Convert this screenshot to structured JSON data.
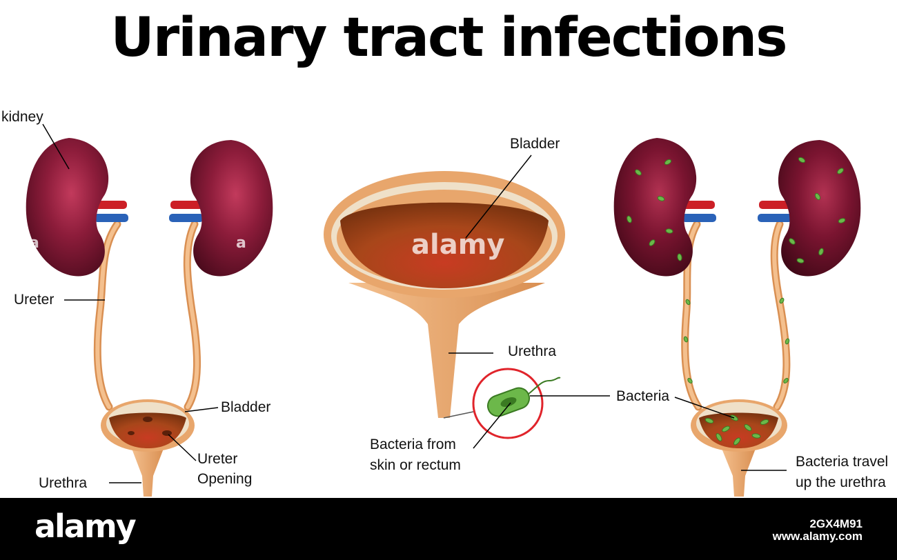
{
  "title": "Urinary tract infections",
  "left_panel": {
    "kidney_label": "kidney",
    "ureter_label": "Ureter",
    "bladder_label": "Bladder",
    "ureter_opening_label_line1": "Ureter",
    "ureter_opening_label_line2": "Opening",
    "urethra_label": "Urethra"
  },
  "center_panel": {
    "bladder_label": "Bladder",
    "urethra_label": "Urethra",
    "bacteria_source_line1": "Bacteria from",
    "bacteria_source_line2": "skin or rectum"
  },
  "right_panel": {
    "bacteria_label": "Bacteria",
    "travel_label_line1": "Bacteria travel",
    "travel_label_line2": "up the urethra"
  },
  "watermark": {
    "center_text": "alamy",
    "small_text": "a"
  },
  "footer": {
    "logo": "alamy",
    "image_id": "2GX4M91",
    "site": "www.alamy.com"
  },
  "colors": {
    "kidney": "#7a1430",
    "kidney_highlight": "#c23a5c",
    "tube": "#e8a66c",
    "bladder_inner": "#a8461a",
    "artery": "#cc1f26",
    "vein": "#2a62b8",
    "bacteria": "#6cb84a",
    "highlight_circle": "#e0242b"
  }
}
